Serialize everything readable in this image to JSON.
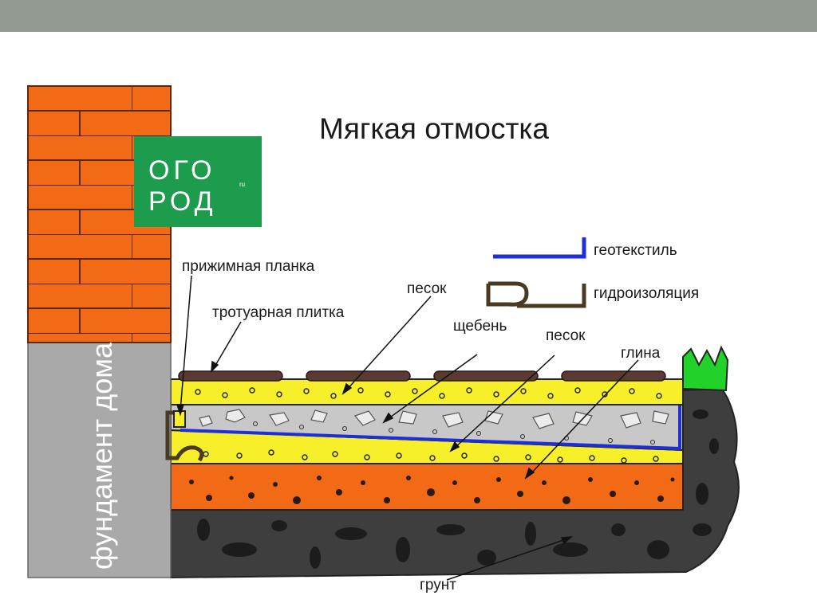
{
  "diagram": {
    "title": "Мягкая отмостка",
    "logo_text_line1": "ОГО",
    "logo_text_line2": "РОД",
    "logo_text_small": "ru",
    "foundation_label": "фундамент дома",
    "labels": {
      "clamp_bar": "прижимная планка",
      "paving_tile": "тротуарная плитка",
      "sand_top": "песок",
      "gravel": "щебень",
      "sand_bottom": "песок",
      "clay": "глина",
      "soil": "грунт"
    },
    "legend": {
      "geotextile": "геотекстиль",
      "waterproofing": "гидроизоляция"
    },
    "colors": {
      "brick": "#f26a16",
      "mortar": "#5a2b12",
      "foundation": "#a9a9a9",
      "logo": "#1e9c4d",
      "tile": "#5a3a32",
      "sand": "#f6ef2a",
      "gravel": "#c8c8c8",
      "clay": "#f26a16",
      "soil": "#3e3e3e",
      "geotextile": "#1f2fd8",
      "waterproofing": "#4a3a22",
      "grass": "#22d12a",
      "topbar": "#929a92"
    }
  }
}
